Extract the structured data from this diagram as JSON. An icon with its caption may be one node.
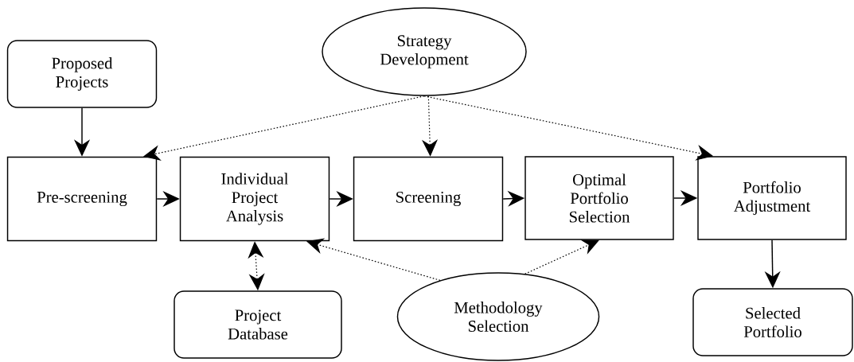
{
  "diagram": {
    "nodes": [
      {
        "text": [
          "Strategy Development"
        ]
      },
      {
        "text": [
          "Proposed Projects"
        ]
      },
      {
        "text": [
          "Pre-screening"
        ]
      },
      {
        "text": [
          "Individual Project Analysis"
        ]
      },
      {
        "text": [
          "Screening"
        ]
      },
      {
        "text": [
          "Optimal Portfolio Selection"
        ]
      },
      {
        "text": [
          "Portfolio Adjustment"
        ]
      },
      {
        "text": [
          "Project Database"
        ]
      },
      {
        "text": [
          "Methodology Selection"
        ]
      },
      {
        "text": [
          "Selected Portfolio"
        ]
      }
    ],
    "edges": [
      {
        "from": 1,
        "to": 2,
        "arrow": "to"
      },
      {
        "from": 0,
        "to": 2,
        "arrow": "to",
        "style": "dashed"
      },
      {
        "from": 0,
        "to": 4,
        "arrow": "to",
        "style": "dashed"
      },
      {
        "from": 0,
        "to": 6,
        "arrow": "to",
        "style": "dashed"
      },
      {
        "from": 2,
        "to": 3,
        "arrow": "to"
      },
      {
        "from": 3,
        "to": 4,
        "arrow": "to"
      },
      {
        "from": 4,
        "to": 5,
        "arrow": "to"
      },
      {
        "from": 5,
        "to": 6,
        "arrow": "to"
      },
      {
        "from": 3,
        "to": 7,
        "arrow": "both",
        "style": "dashed"
      },
      {
        "from": 8,
        "to": 3,
        "arrow": "to",
        "style": "dashed"
      },
      {
        "from": 8,
        "to": 5,
        "arrow": "to",
        "style": "dashed"
      },
      {
        "from": 6,
        "to": 9,
        "arrow": "to"
      }
    ]
  }
}
